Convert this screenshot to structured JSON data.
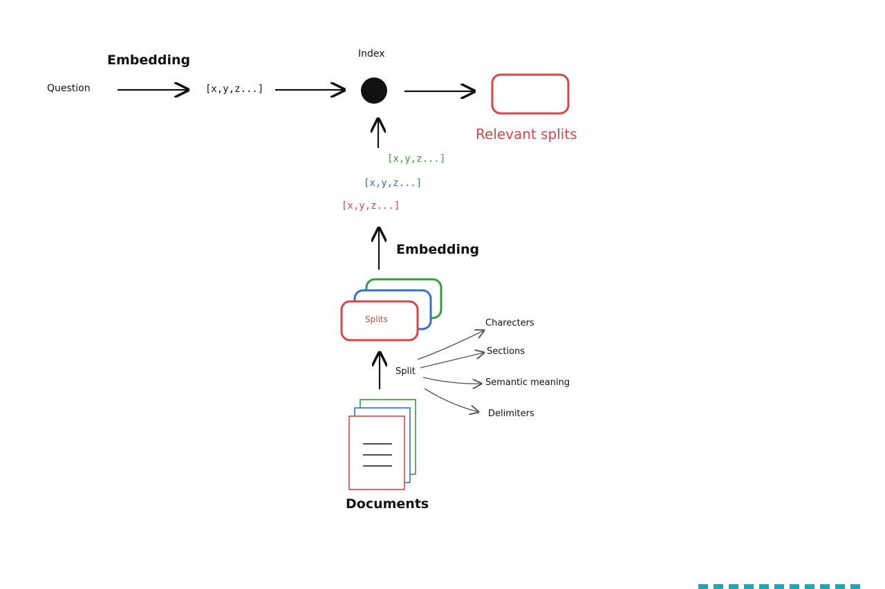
{
  "labels": {
    "question": "Question",
    "embedding_top": "Embedding",
    "vector_query": "[x,y,z...]",
    "index": "Index",
    "relevant_splits": "Relevant splits",
    "vector_green": "[x,y,z...]",
    "vector_blue": "[x,y,z...]",
    "vector_red": "[x,y,z...]",
    "embedding_mid": "Embedding",
    "splits": "Splits",
    "split": "Split",
    "documents": "Documents",
    "split_methods": [
      "Charecters",
      "Sections",
      "Semantic meaning",
      "Delimiters"
    ]
  },
  "colors": {
    "ink": "#111111",
    "red": "#d64545",
    "blue": "#2f6fd0",
    "green": "#3a9a3a"
  }
}
